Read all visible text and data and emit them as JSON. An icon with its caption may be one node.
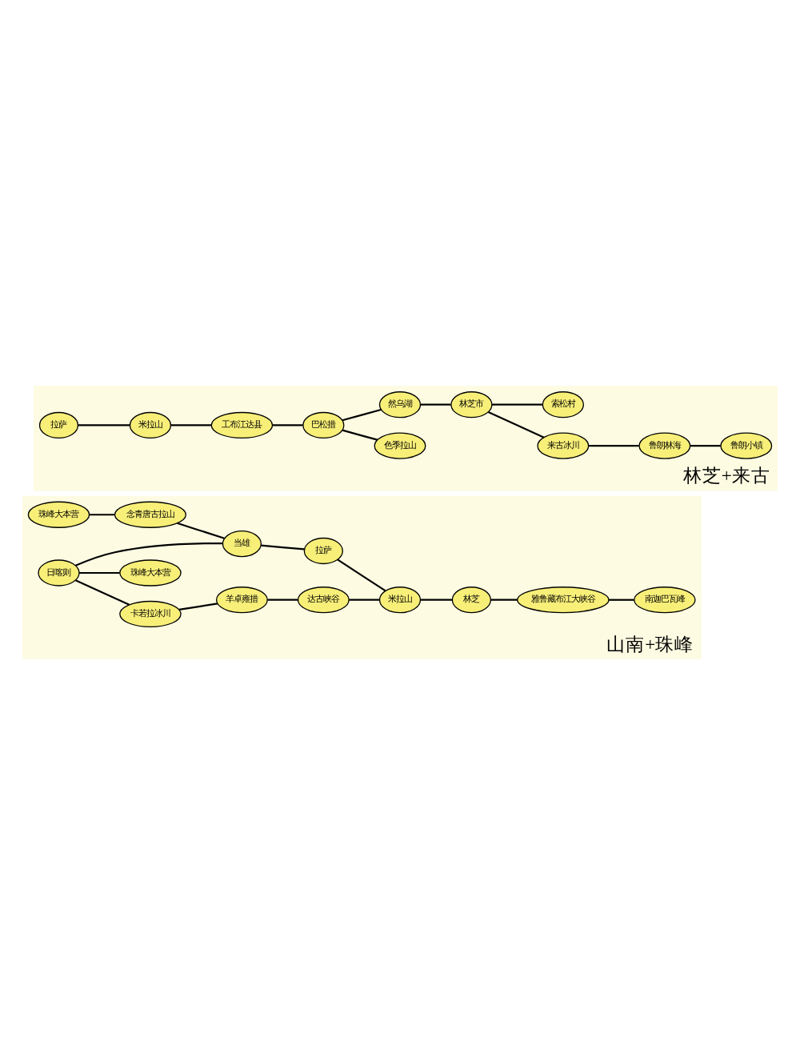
{
  "diagram": {
    "nodes": [
      {
        "text": [
          "山南+珠峰"
        ]
      },
      {
        "text": [
          "珠峰大本营"
        ],
        "in": 0
      },
      {
        "text": [
          "念青唐古拉山"
        ],
        "in": 0
      },
      {
        "text": [
          "当雄"
        ],
        "in": 0
      },
      {
        "text": [
          "拉萨"
        ],
        "in": 0
      },
      {
        "text": [
          "米拉山"
        ],
        "in": 0
      },
      {
        "text": [
          "林芝"
        ],
        "in": 0
      },
      {
        "text": [
          "南迦巴瓦峰"
        ],
        "in": 0
      },
      {
        "text": [
          "日喀则"
        ],
        "in": 0
      },
      {
        "text": [
          "羊卓雍措"
        ],
        "in": 0
      },
      {
        "text": [
          "达古峡谷"
        ],
        "in": 0
      },
      {
        "text": [
          "雅鲁藏布江大峡谷"
        ],
        "in": 0
      },
      {
        "text": [
          "卡若拉冰川"
        ],
        "in": 0
      },
      {
        "text": [
          "珠峰大本营"
        ],
        "in": 0
      },
      {
        "text": [
          "林芝+来古"
        ]
      },
      {
        "text": [
          "色季拉山"
        ],
        "in": 14
      },
      {
        "text": [
          "巴松措"
        ],
        "in": 14
      },
      {
        "text": [
          "鲁朗小镇"
        ],
        "in": 14
      },
      {
        "text": [
          "工布江达县"
        ],
        "in": 14
      },
      {
        "text": [
          "鲁朗林海"
        ],
        "in": 14
      },
      {
        "text": [
          "然乌湖"
        ],
        "in": 14
      },
      {
        "text": [
          "拉萨"
        ],
        "in": 14
      },
      {
        "text": [
          "米拉山"
        ],
        "in": 14
      },
      {
        "text": [
          "来古冰川"
        ],
        "in": 14
      },
      {
        "text": [
          "林芝市"
        ],
        "in": 14
      },
      {
        "text": [
          "索松村"
        ],
        "in": 14
      }
    ],
    "edges": [
      {
        "from": 1,
        "to": 2,
        "arrow": "none"
      },
      {
        "from": 2,
        "to": 3,
        "arrow": "none"
      },
      {
        "from": 3,
        "to": 4,
        "arrow": "none"
      },
      {
        "from": 4,
        "to": 5,
        "arrow": "none"
      },
      {
        "from": 5,
        "to": 6,
        "arrow": "none"
      },
      {
        "from": 6,
        "to": 11,
        "arrow": "none"
      },
      {
        "from": 11,
        "to": 7,
        "arrow": "none"
      },
      {
        "from": 8,
        "to": 3,
        "arrow": "none"
      },
      {
        "from": 8,
        "to": 13,
        "arrow": "none"
      },
      {
        "from": 8,
        "to": 12,
        "arrow": "none"
      },
      {
        "from": 12,
        "to": 9,
        "arrow": "none"
      },
      {
        "from": 9,
        "to": 10,
        "arrow": "none"
      },
      {
        "from": 10,
        "to": 5,
        "arrow": "none"
      },
      {
        "from": 21,
        "to": 22,
        "arrow": "none"
      },
      {
        "from": 22,
        "to": 18,
        "arrow": "none"
      },
      {
        "from": 18,
        "to": 16,
        "arrow": "none"
      },
      {
        "from": 16,
        "to": 15,
        "arrow": "none"
      },
      {
        "from": 16,
        "to": 20,
        "arrow": "none"
      },
      {
        "from": 20,
        "to": 24,
        "arrow": "none"
      },
      {
        "from": 24,
        "to": 23,
        "arrow": "none"
      },
      {
        "from": 23,
        "to": 19,
        "arrow": "none"
      },
      {
        "from": 19,
        "to": 17,
        "arrow": "none"
      },
      {
        "from": 24,
        "to": 25,
        "arrow": "none"
      }
    ]
  }
}
